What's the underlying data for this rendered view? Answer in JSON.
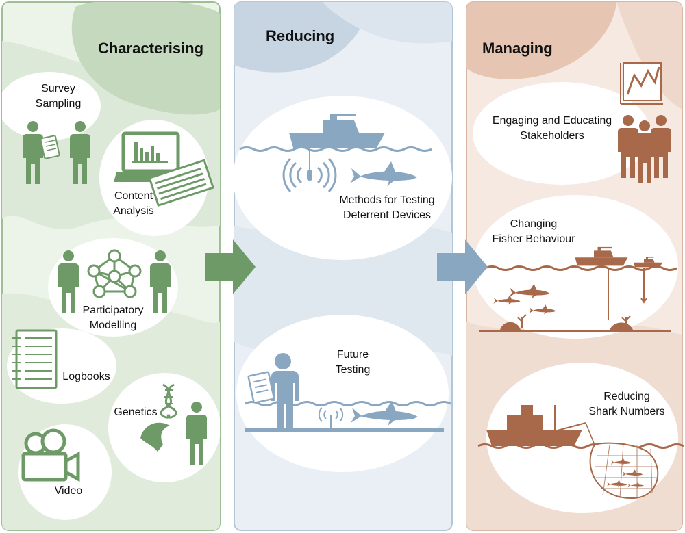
{
  "colors": {
    "green": "#6e9a68",
    "blue": "#8aa7c2",
    "brown": "#a8684a",
    "green_panel": "#e8f0e4",
    "blue_panel": "#e7edf3",
    "brown_panel": "#f3e4db"
  },
  "panels": [
    {
      "title": "Characterising",
      "items": [
        {
          "label": "Survey\nSampling",
          "icon": "survey-people-icon"
        },
        {
          "label": "Content\nAnalysis",
          "icon": "laptop-chart-icon"
        },
        {
          "label": "Participatory\nModelling",
          "icon": "network-model-icon"
        },
        {
          "label": "Logbooks",
          "icon": "logbook-icon"
        },
        {
          "label": "Genetics",
          "icon": "dna-icon"
        },
        {
          "label": "Video",
          "icon": "video-camera-icon"
        }
      ]
    },
    {
      "title": "Reducing",
      "items": [
        {
          "label": "Methods for Testing\nDeterrent Devices",
          "icon": "boat-deterrent-icon"
        },
        {
          "label": "Future\nTesting",
          "icon": "diver-shark-icon"
        }
      ]
    },
    {
      "title": "Managing",
      "items": [
        {
          "label": "Engaging and Educating\nStakeholders",
          "icon": "stakeholders-icon"
        },
        {
          "label": "Changing\nFisher Behaviour",
          "icon": "fishing-boats-icon"
        },
        {
          "label": "Reducing\nShark Numbers",
          "icon": "shark-net-icon"
        }
      ]
    }
  ]
}
